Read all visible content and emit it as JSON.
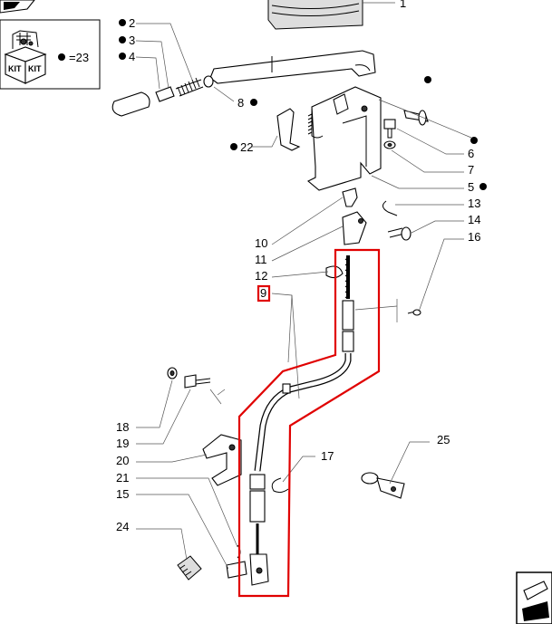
{
  "kit_box": {
    "badge_a": "KIT",
    "badge_b": "KIT",
    "count_label": "=23"
  },
  "callouts": {
    "c1": "1",
    "c2": "2",
    "c3": "3",
    "c4": "4",
    "c5": "5",
    "c6": "6",
    "c7": "7",
    "c8": "8",
    "c9": "9",
    "c10": "10",
    "c11": "11",
    "c12": "12",
    "c13": "13",
    "c14": "14",
    "c15": "15",
    "c16": "16",
    "c17": "17",
    "c18": "18",
    "c19": "19",
    "c20": "20",
    "c21": "21",
    "c22": "22",
    "c24": "24",
    "c25": "25"
  },
  "colors": {
    "highlight": "#e00000",
    "line": "#000000"
  },
  "icons": [
    "kit-box-icon",
    "next-page-arrow-icon",
    "prev-page-arrow-icon"
  ]
}
